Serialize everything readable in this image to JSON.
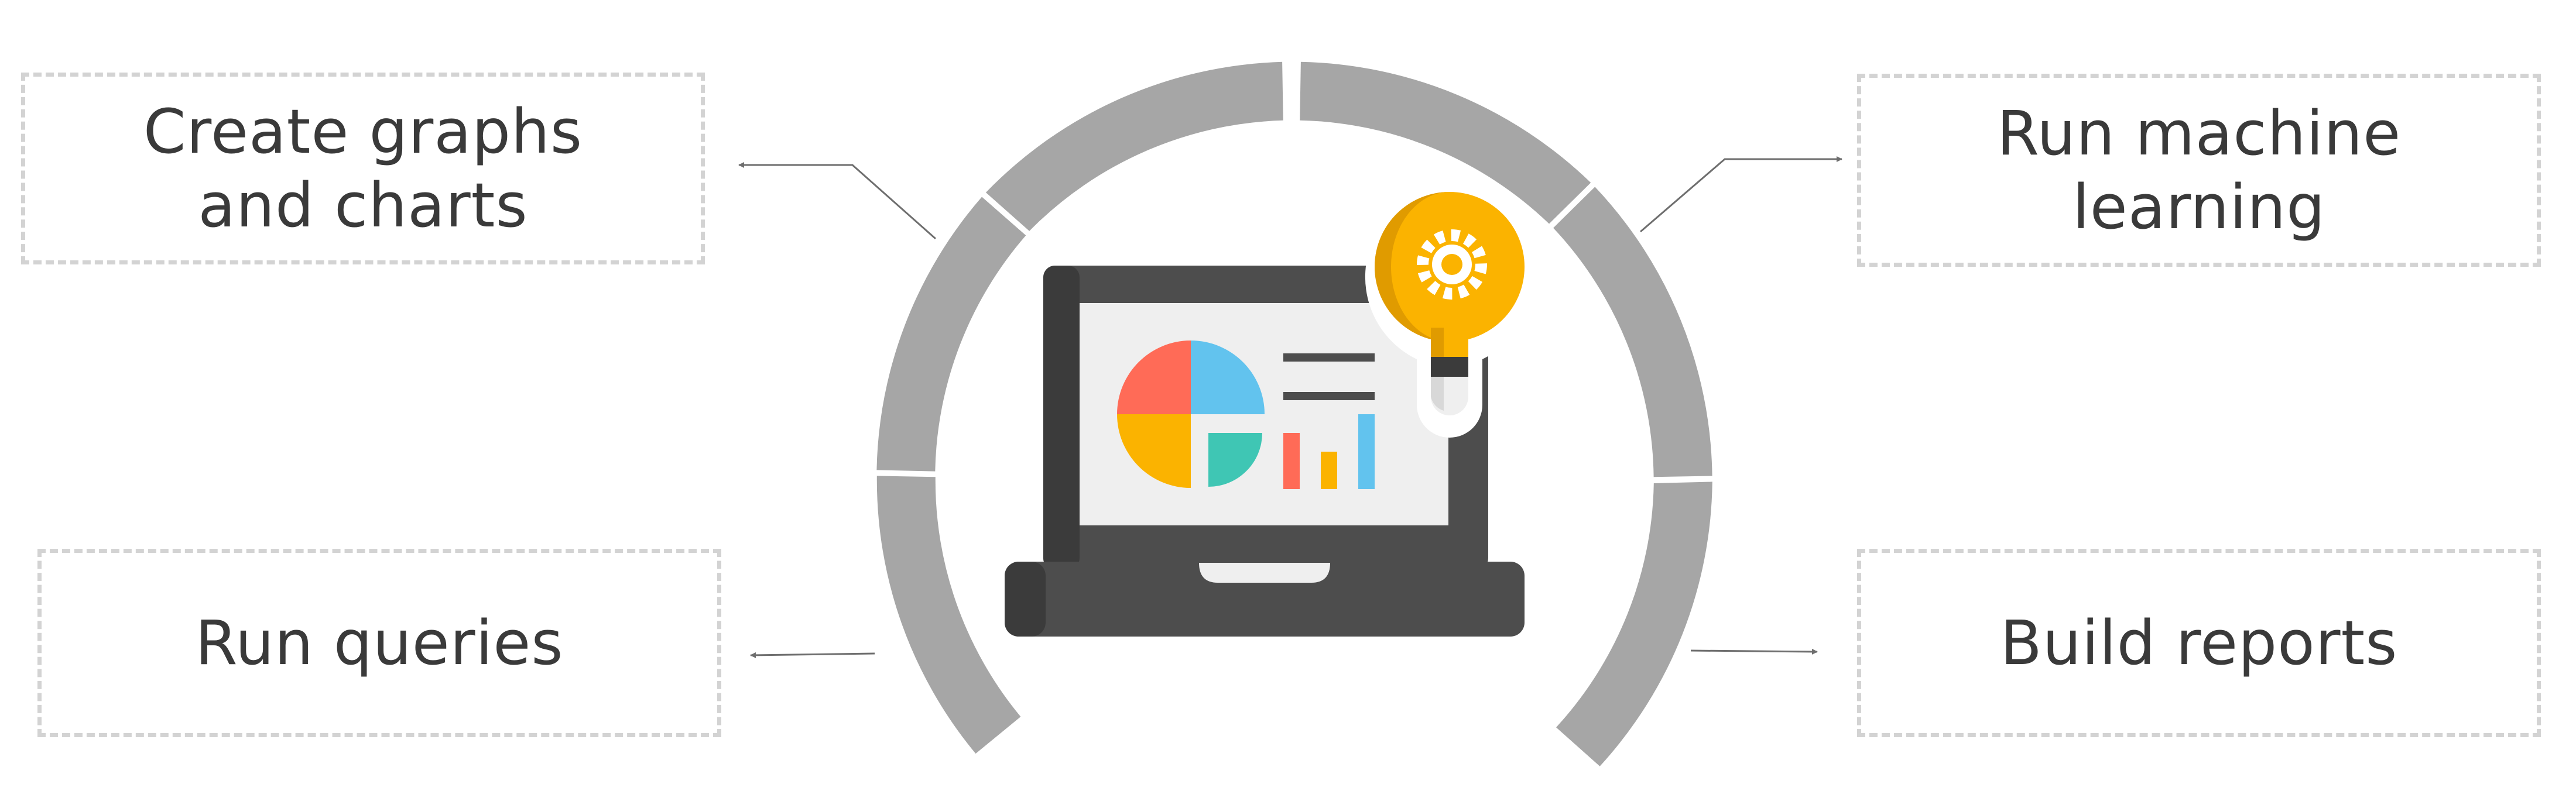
{
  "labels": {
    "top_left": "Create graphs\nand charts",
    "top_right": "Run machine\nlearning",
    "bottom_left": "Run queries",
    "bottom_right": "Build reports"
  },
  "colors": {
    "arc": "#a6a6a6",
    "box_border": "#d3d3d3",
    "connector": "#6e6e6e",
    "text": "#3a3a3a",
    "laptop_body": "#4d4d4d",
    "laptop_dark": "#3b3b3b",
    "screen": "#efefef",
    "pie_red": "#ff6b57",
    "pie_blue": "#62c3ee",
    "pie_yellow": "#fbb300",
    "pie_teal": "#3fc6b4",
    "bulb": "#fbb300",
    "bulb_dark": "#e09b00"
  },
  "icons": [
    "laptop-icon",
    "pie-chart-icon",
    "bar-chart-icon",
    "lightbulb-icon",
    "gear-icon"
  ]
}
